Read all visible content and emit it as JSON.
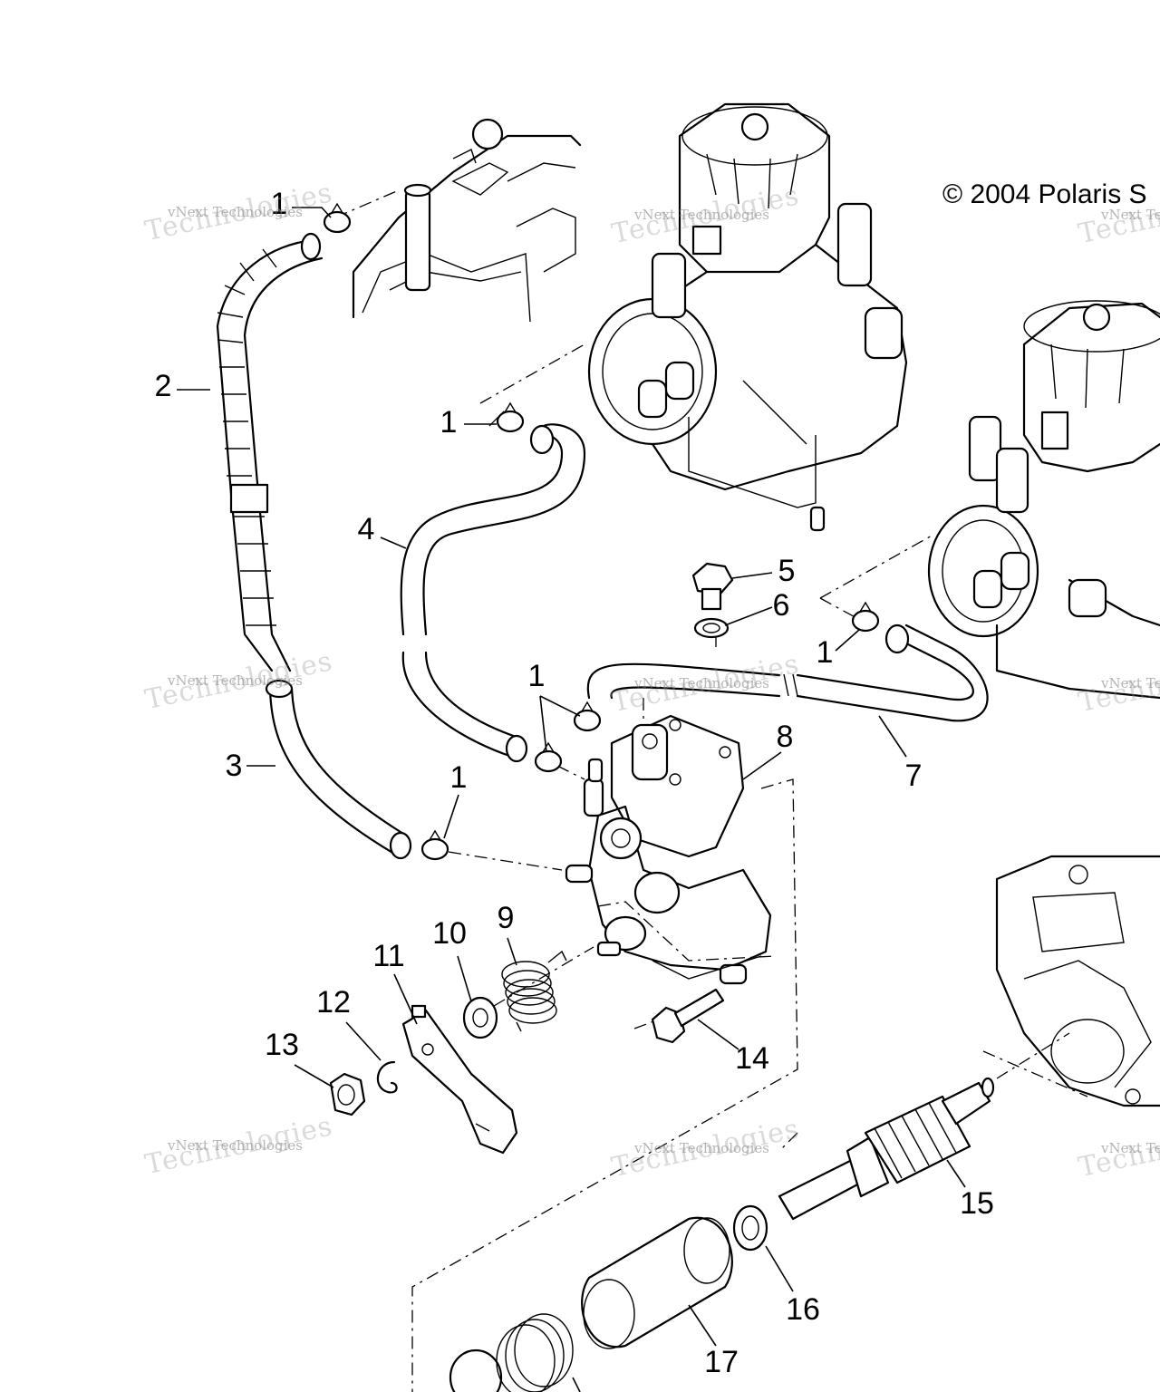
{
  "copyright": "© 2004 Polaris S",
  "watermark": {
    "line1": "vNext",
    "line2": "vNext Technologies",
    "line3": "Technologies"
  },
  "callouts": [
    {
      "label": "1"
    },
    {
      "label": "2"
    },
    {
      "label": "1"
    },
    {
      "label": "4"
    },
    {
      "label": "5"
    },
    {
      "label": "6"
    },
    {
      "label": "1"
    },
    {
      "label": "3"
    },
    {
      "label": "1"
    },
    {
      "label": "8"
    },
    {
      "label": "7"
    },
    {
      "label": "1"
    },
    {
      "label": "9"
    },
    {
      "label": "10"
    },
    {
      "label": "11"
    },
    {
      "label": "12"
    },
    {
      "label": "13"
    },
    {
      "label": "14"
    },
    {
      "label": "15"
    },
    {
      "label": "16"
    },
    {
      "label": "17"
    }
  ],
  "colors": {
    "line": "#000000",
    "background": "#ffffff",
    "watermark": "#8c8c8c"
  }
}
